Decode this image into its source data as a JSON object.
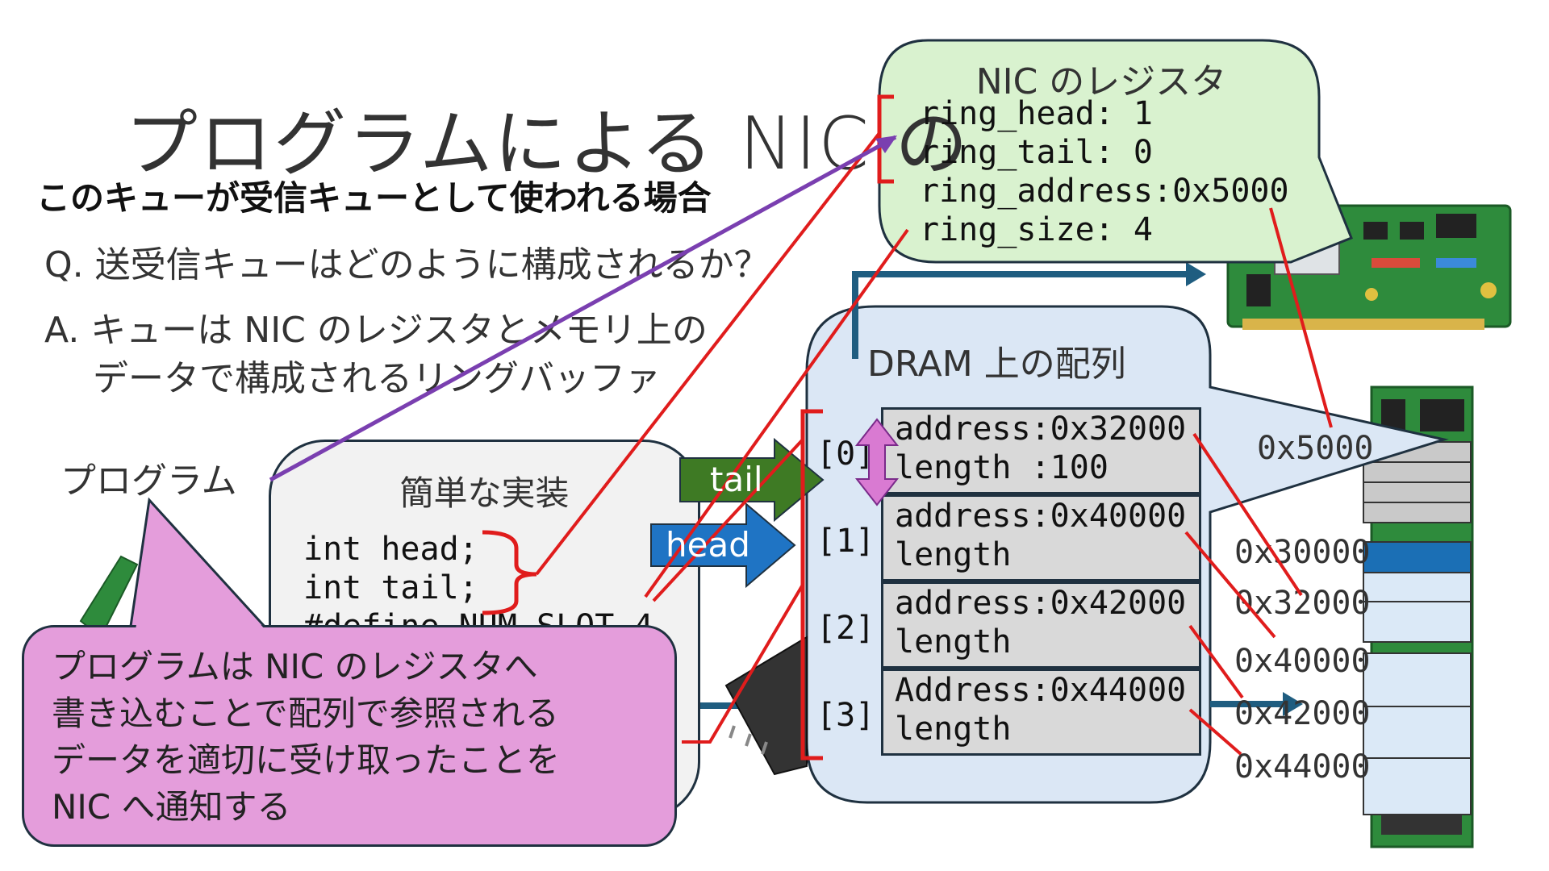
{
  "slide": {
    "title": "プログラムによる NIC の",
    "subtitle": "このキューが受信キューとして使われる場合",
    "question": "Q. 送受信キューはどのように構成されるか？",
    "answer_line1": "A. キューは NIC のレジスタとメモリ上の",
    "answer_line2": "データで構成されるリングバッファ",
    "program_label": "プログラム"
  },
  "code_box": {
    "title": "簡単な実装",
    "lines": [
      "int head;",
      "int tail;",
      "#define NUM_SLOT 4"
    ]
  },
  "callout": {
    "lines": [
      "プログラムは NIC のレジスタへ",
      "書き込むことで配列で参照される",
      "データを適切に受け取ったことを",
      "NIC へ通知する"
    ]
  },
  "registers": {
    "title": "NIC のレジスタ",
    "lines": [
      "ring_head: 1",
      "ring_tail: 0",
      "ring_address:0x5000",
      "ring_size: 4"
    ]
  },
  "dram": {
    "title": "DRAM 上の配列",
    "slots": [
      {
        "index": "[0]",
        "address": "address:0x32000",
        "length": "length :100"
      },
      {
        "index": "[1]",
        "address": "address:0x40000",
        "length": "length"
      },
      {
        "index": "[2]",
        "address": "address:0x42000",
        "length": "length"
      },
      {
        "index": "[3]",
        "address": "Address:0x44000",
        "length": "length"
      }
    ]
  },
  "pointers": {
    "tail": "tail",
    "head": "head"
  },
  "memory_addresses": [
    "0x5000",
    "0x30000",
    "0x32000",
    "0x40000",
    "0x42000",
    "0x44000"
  ],
  "colors": {
    "register_bg": "#d9f2cf",
    "dram_bg": "#dbe7f5",
    "callout_bg": "#e49ddb",
    "tail_arrow": "#3e7a24",
    "head_arrow": "#1f74c4",
    "dark_arrow": "#1f5d80",
    "link_line": "#e01c1c",
    "program_line": "#7a3fb0"
  }
}
